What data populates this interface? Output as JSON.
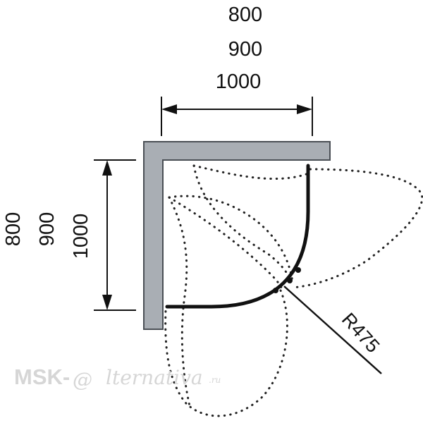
{
  "width_labels": [
    "800",
    "900",
    "1000"
  ],
  "depth_labels": [
    "800",
    "900",
    "1000"
  ],
  "radius_label": "R475",
  "watermark": {
    "prefix": "MSK-",
    "at_symbol": "@",
    "script": "lternativa",
    "suffix": ".ru"
  },
  "colors": {
    "wall_fill": "#a9aeb4",
    "wall_stroke": "#4a4f55",
    "line": "#111111",
    "door_path": "#222222",
    "watermark": "#d6d6d6"
  }
}
